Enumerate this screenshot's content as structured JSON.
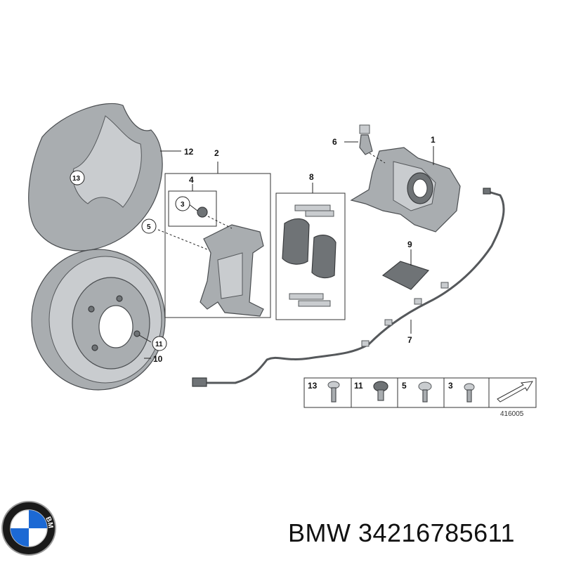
{
  "callouts": {
    "c1": "1",
    "c2": "2",
    "c3": "3",
    "c4": "4",
    "c5": "5",
    "c6": "6",
    "c7": "7",
    "c8": "8",
    "c9": "9",
    "c10": "10",
    "c11": "11",
    "c12": "12",
    "c13": "13"
  },
  "fasteners": {
    "f13": "13",
    "f11": "11",
    "f5": "5",
    "f3": "3"
  },
  "diagram_ref": "416005",
  "brand": {
    "logo_text": "BMW",
    "caption": "BMW 34216785611"
  },
  "colors": {
    "part_fill": "#a9adb0",
    "outline": "#4a4d50",
    "logo_blue": "#1c69d4"
  }
}
